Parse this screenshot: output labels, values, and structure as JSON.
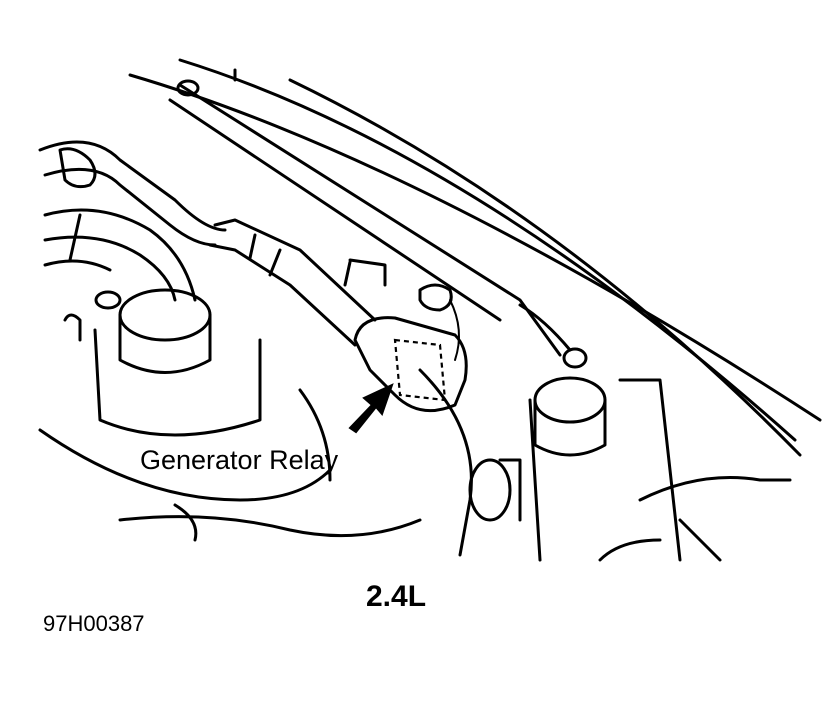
{
  "diagram": {
    "callout_label": "Generator Relay",
    "engine_label": "2.4L",
    "figure_id": "97H00387"
  }
}
